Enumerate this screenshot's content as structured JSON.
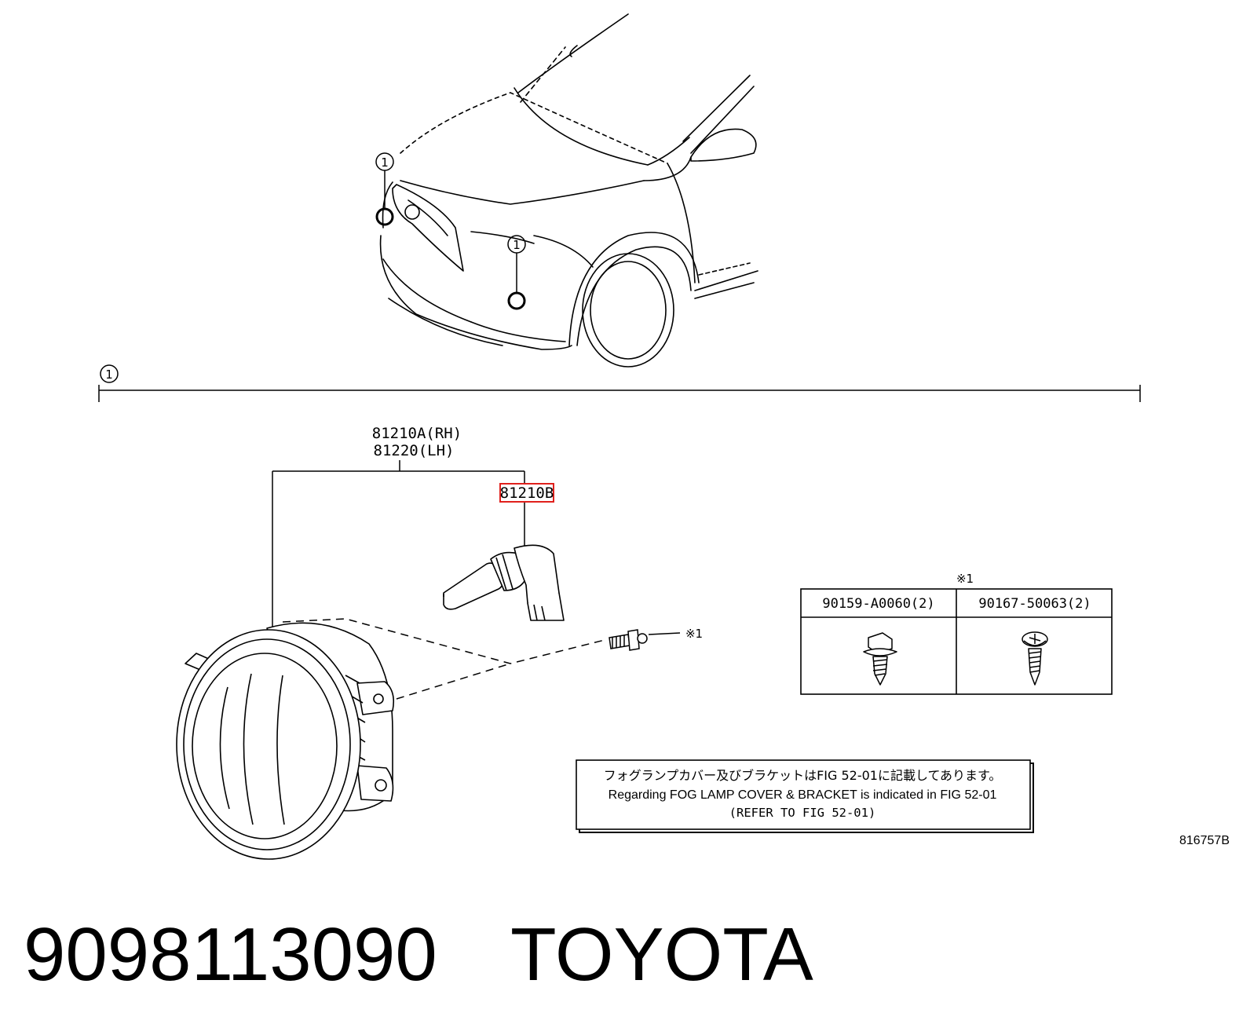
{
  "callout_number": "1",
  "part_labels": {
    "lamp_assy_rh": "81210A(RH)",
    "lamp_assy_lh": "81220(LH)",
    "bulb": "81210B",
    "screw_ref": "※1"
  },
  "fastener_table": {
    "header_mark": "※1",
    "columns": [
      {
        "part": "90159-A0060(2)",
        "icon": "hex-bolt-icon"
      },
      {
        "part": "90167-50063(2)",
        "icon": "pan-head-screw-icon"
      }
    ]
  },
  "note": {
    "japanese": "フォグランプカバー及びブラケットはFIG 52-01に記載してあります。",
    "english": "Regarding FOG LAMP COVER & BRACKET is indicated in FIG 52-01",
    "reference": "(REFER TO FIG 52-01)"
  },
  "diagram_id": "816757B",
  "caption": {
    "part_number": "9098113090",
    "brand": "TOYOTA"
  },
  "colors": {
    "line": "#000000",
    "highlight": "#e0201c"
  }
}
